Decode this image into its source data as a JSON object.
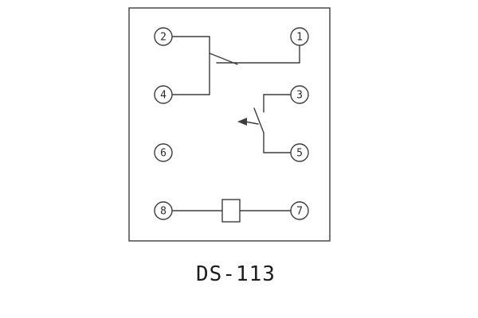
{
  "title": "DS-113",
  "terminals": {
    "t1": "1",
    "t2": "2",
    "t3": "3",
    "t4": "4",
    "t5": "5",
    "t6": "6",
    "t7": "7",
    "t8": "8"
  }
}
